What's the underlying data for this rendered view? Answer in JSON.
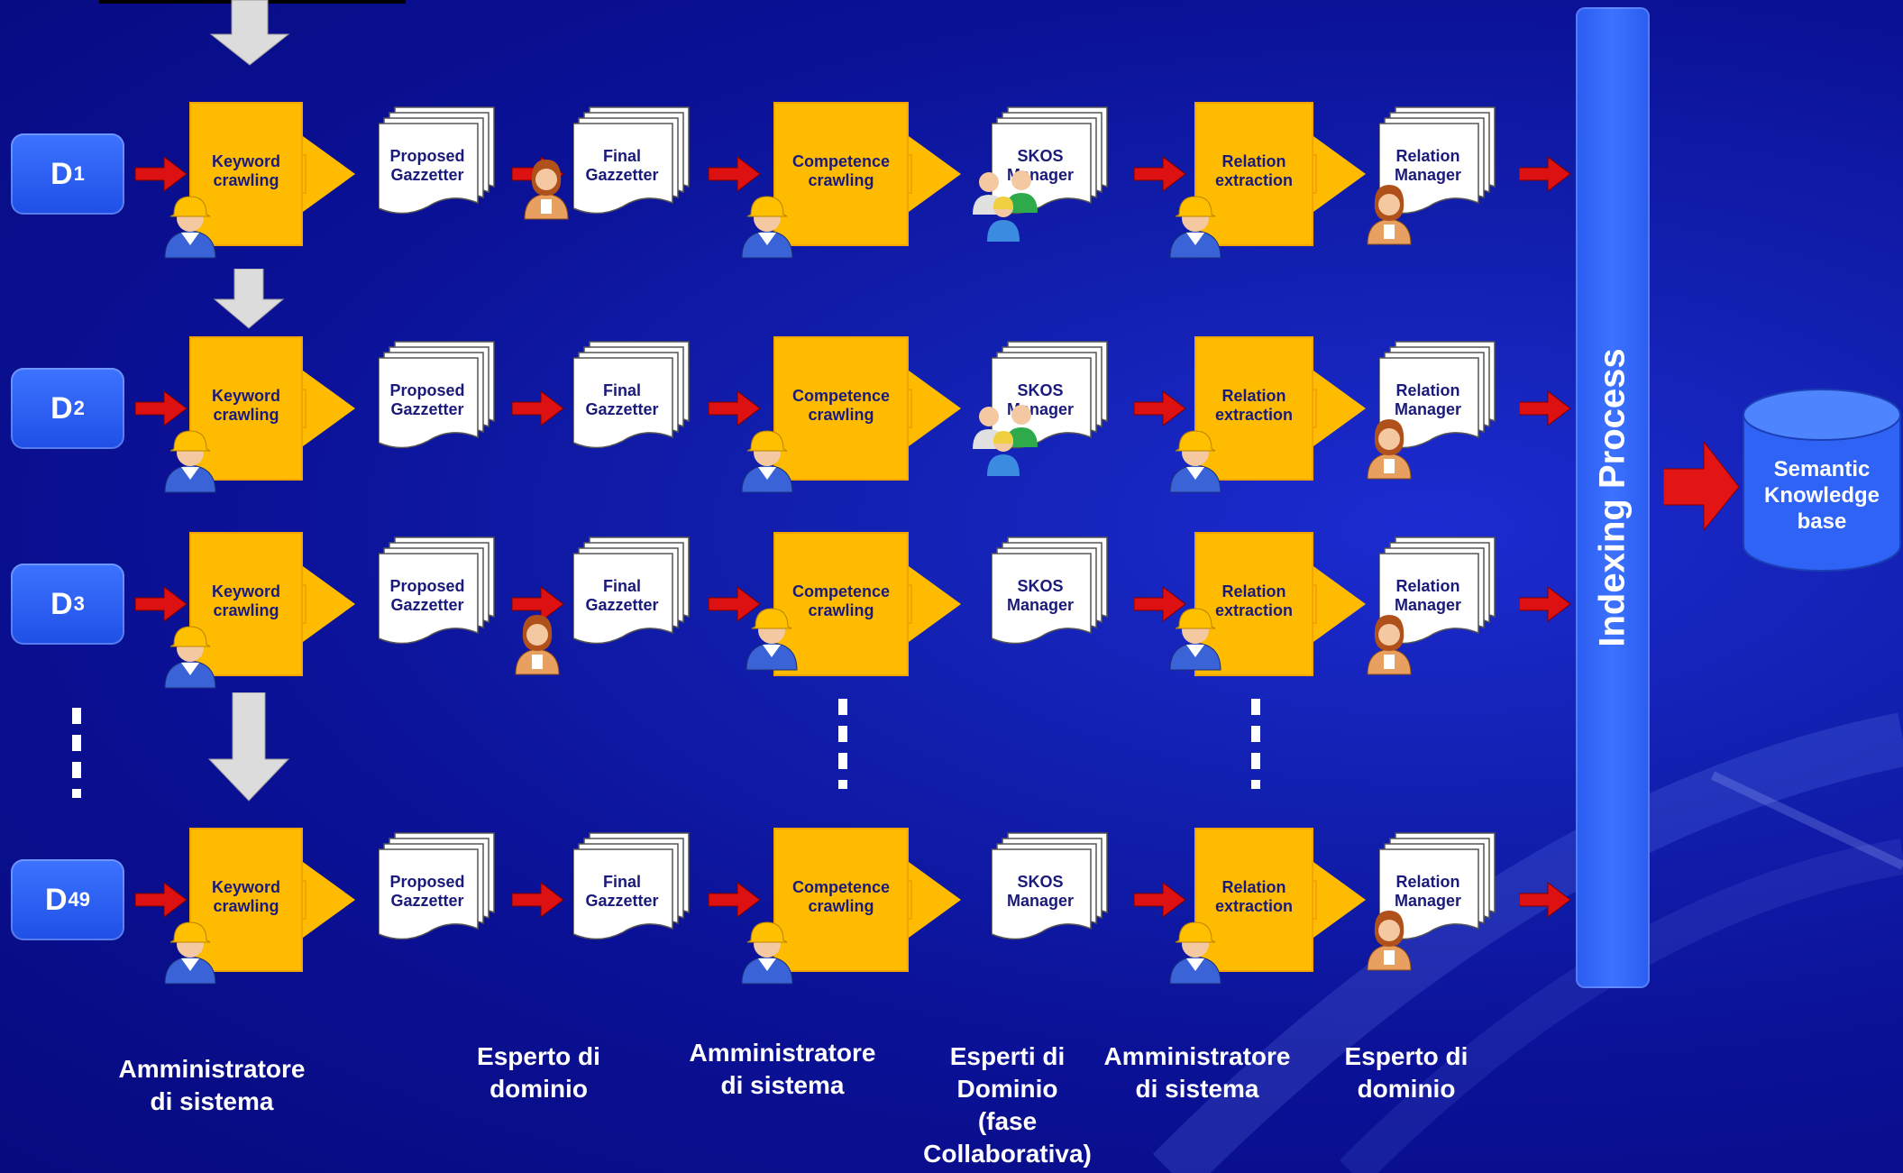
{
  "rows": [
    {
      "label_main": "D",
      "label_sub": "1"
    },
    {
      "label_main": "D",
      "label_sub": "2"
    },
    {
      "label_main": "D",
      "label_sub": "3"
    },
    {
      "label_main": "D",
      "label_sub": "49"
    }
  ],
  "steps": {
    "keyword_crawling": [
      "Keyword",
      "crawling"
    ],
    "proposed_gazzetter": [
      "Proposed",
      "Gazzetter"
    ],
    "final_gazzetter": [
      "Final",
      "Gazzetter"
    ],
    "competence_crawling": [
      "Competence",
      "crawling"
    ],
    "skos_manager": [
      "SKOS",
      "Manager"
    ],
    "relation_extraction": [
      "Relation",
      "extraction"
    ],
    "relation_manager": [
      "Relation",
      "Manager"
    ]
  },
  "indexing_label": "Indexing Process",
  "knowledge_base": [
    "Semantic",
    "Knowledge",
    "base"
  ],
  "captions": {
    "admin1": [
      "Amministratore",
      "di sistema"
    ],
    "expert1": [
      "Esperto di",
      "dominio"
    ],
    "admin2": [
      "Amministratore",
      "di sistema"
    ],
    "experts_collab": [
      "Esperti di",
      "Dominio",
      "(fase",
      "Collaborativa)"
    ],
    "admin3": [
      "Amministratore",
      "di sistema"
    ],
    "expert2": [
      "Esperto di",
      "dominio"
    ]
  },
  "colors": {
    "process_box": "#ffbb00",
    "flow_arrow": "#dd1111",
    "label_box": "#2f63f5",
    "indexing_bar": "#2f63f5",
    "down_arrow": "#d9d9d9"
  }
}
